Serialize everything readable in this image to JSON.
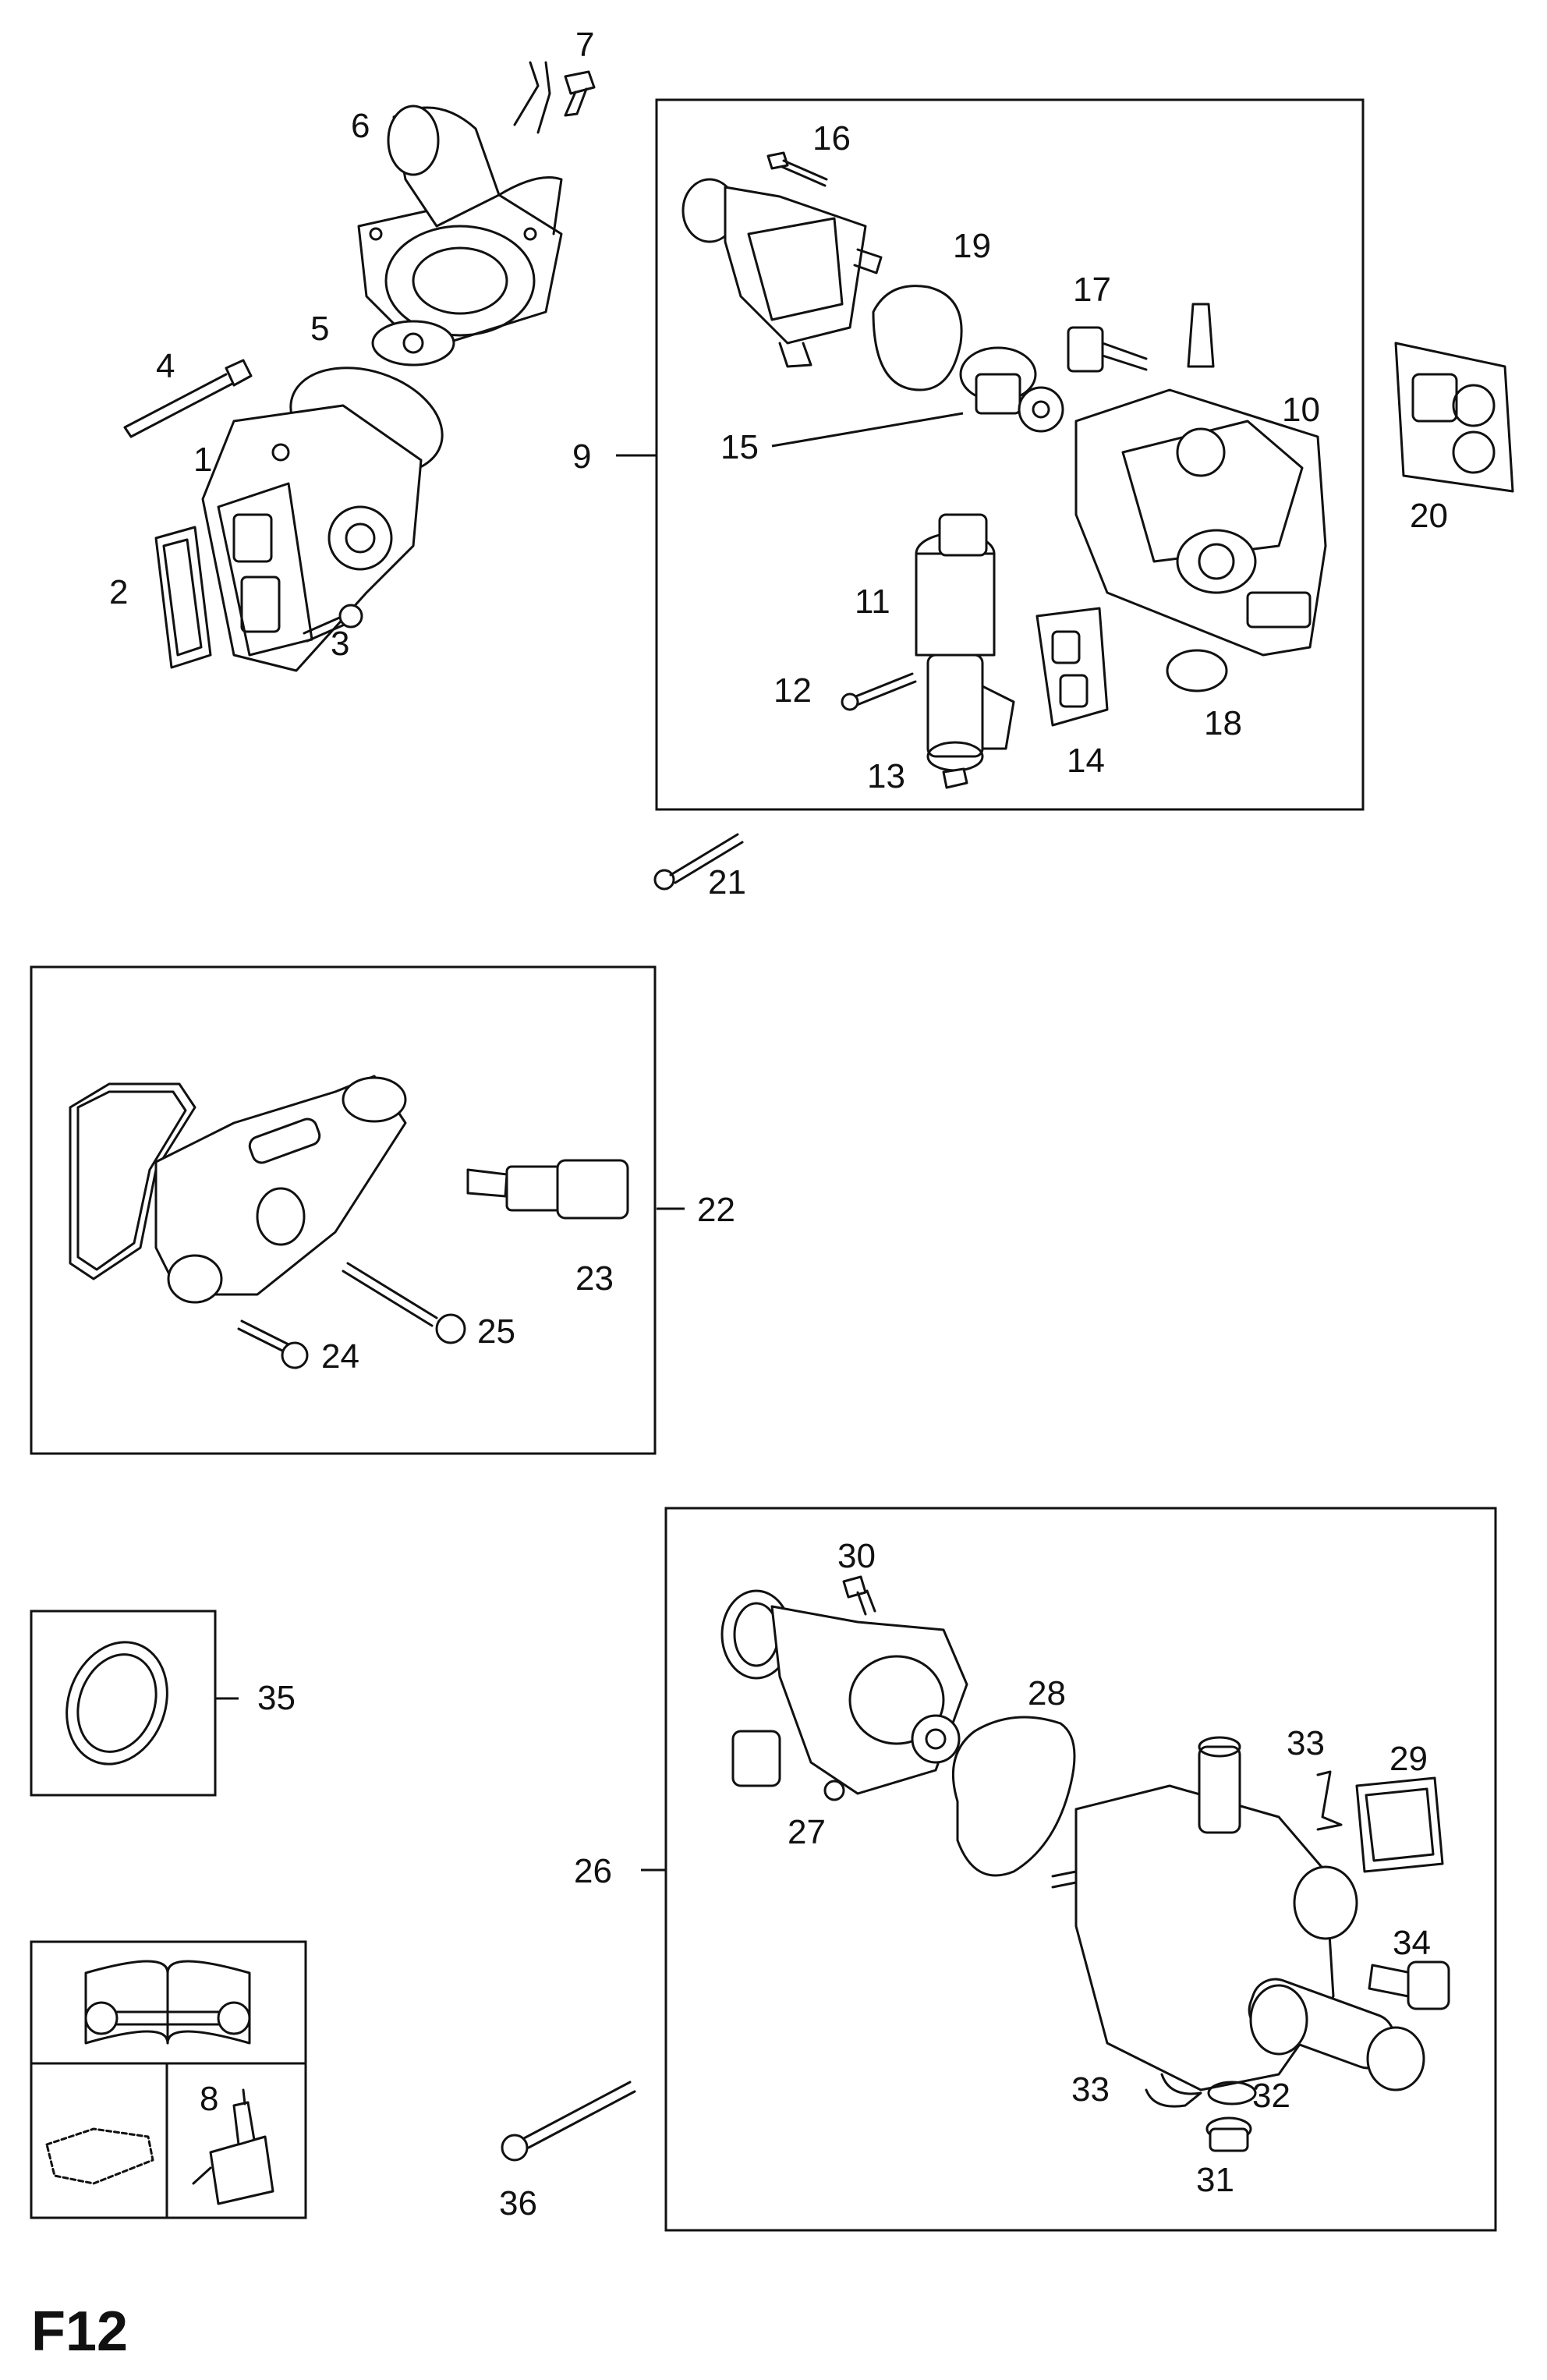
{
  "figure_code": "F12",
  "callouts": {
    "c1": "1",
    "c2": "2",
    "c3": "3",
    "c4": "4",
    "c5": "5",
    "c6": "6",
    "c7": "7",
    "c8": "8",
    "c9": "9",
    "c10": "10",
    "c11": "11",
    "c12": "12",
    "c13": "13",
    "c14": "14",
    "c15": "15",
    "c16": "16",
    "c17": "17",
    "c18": "18",
    "c19": "19",
    "c20": "20",
    "c21": "21",
    "c22": "22",
    "c23": "23",
    "c24": "24",
    "c25": "25",
    "c26": "26",
    "c27": "27",
    "c28": "28",
    "c29": "29",
    "c30": "30",
    "c31": "31",
    "c32": "32",
    "c33a": "33",
    "c33b": "33",
    "c34": "34",
    "c35": "35",
    "c36": "36"
  },
  "icons": {
    "manual": "manual-wrench-icon",
    "sealant": "sealant-bottle-icon",
    "engine": "engine-outline-icon"
  }
}
